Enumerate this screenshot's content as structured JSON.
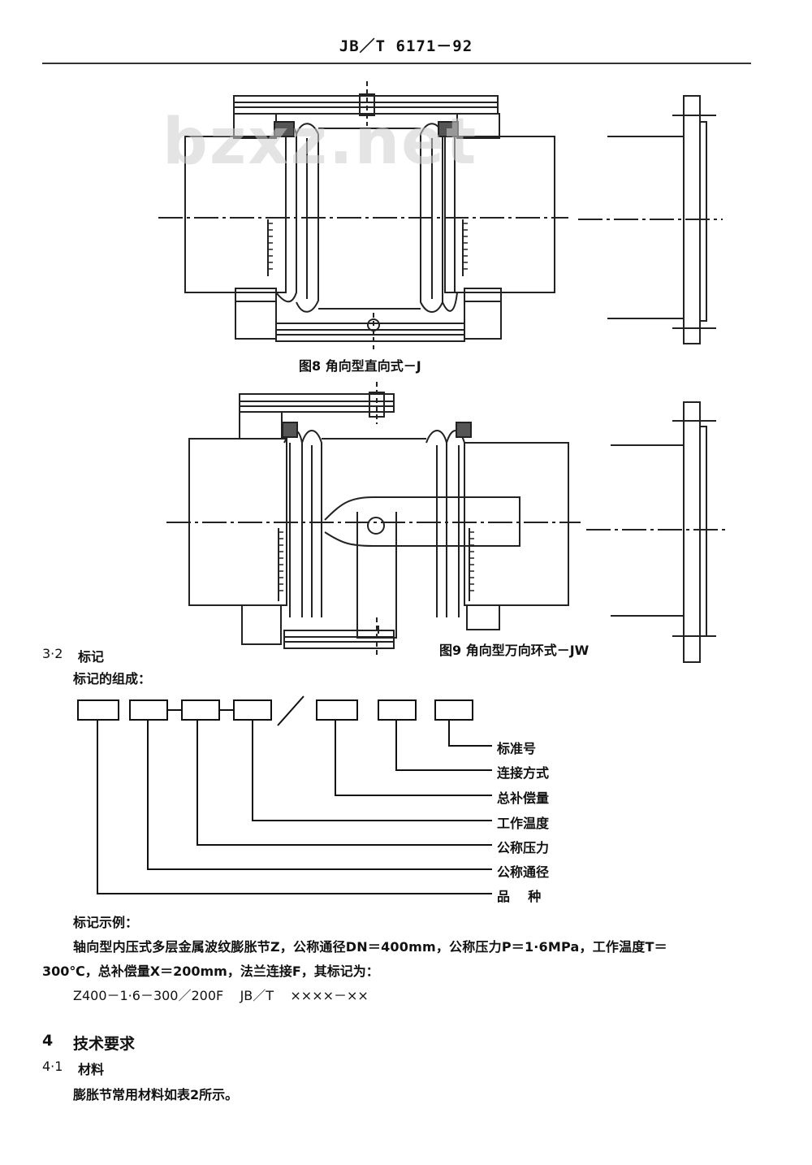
{
  "header": {
    "standard": "JB／T 6171－92"
  },
  "watermark": "bzxz.net",
  "figures": {
    "fig8_caption": "图8  角向型直向式－J",
    "fig9_caption": "图9  角向型万向环式－JW"
  },
  "section_3_2": {
    "number": "3·2",
    "title": "标记",
    "composition_label": "标记的组成：",
    "separator": "/",
    "legend": [
      "标准号",
      "连接方式",
      "总补偿量",
      "工作温度",
      "公称压力",
      "公称通径",
      "品    种"
    ],
    "example_label": "标记示例：",
    "example_line1": "轴向型内压式多层金属波纹膨胀节Z，公称通径DN＝400mm，公称压力P＝1·6MPa，工作温度T＝",
    "example_line2": "300℃，总补偿量X＝200mm，法兰连接F，其标记为：",
    "example_code": "Z400－1·6－300／200F    JB／T    ××××－××"
  },
  "section_4": {
    "number": "4",
    "title": "技术要求",
    "sub_number": "4·1",
    "sub_title": "材料",
    "body": "膨胀节常用材料如表2所示。"
  }
}
